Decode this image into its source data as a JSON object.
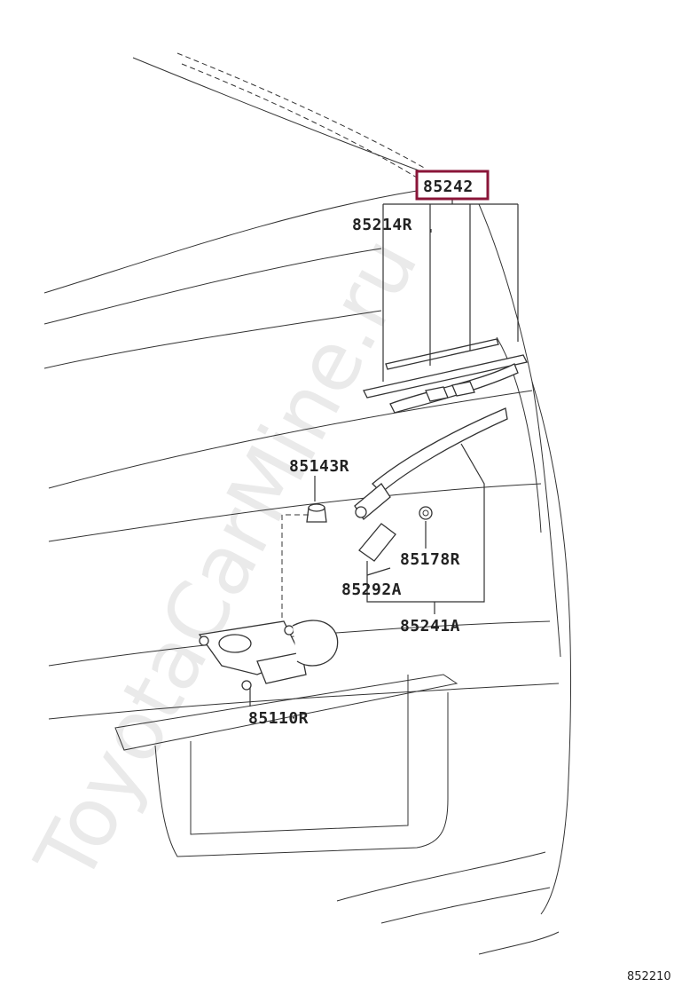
{
  "watermark": "ToyotaCarMine.ru",
  "diagram_code": "852210",
  "highlight_color": "#8a1538",
  "parts": {
    "p85242": "85242",
    "p85214R": "85214R",
    "p85143R": "85143R",
    "p85178R": "85178R",
    "p85292A": "85292A",
    "p85241A": "85241A",
    "p85110R": "85110R"
  }
}
